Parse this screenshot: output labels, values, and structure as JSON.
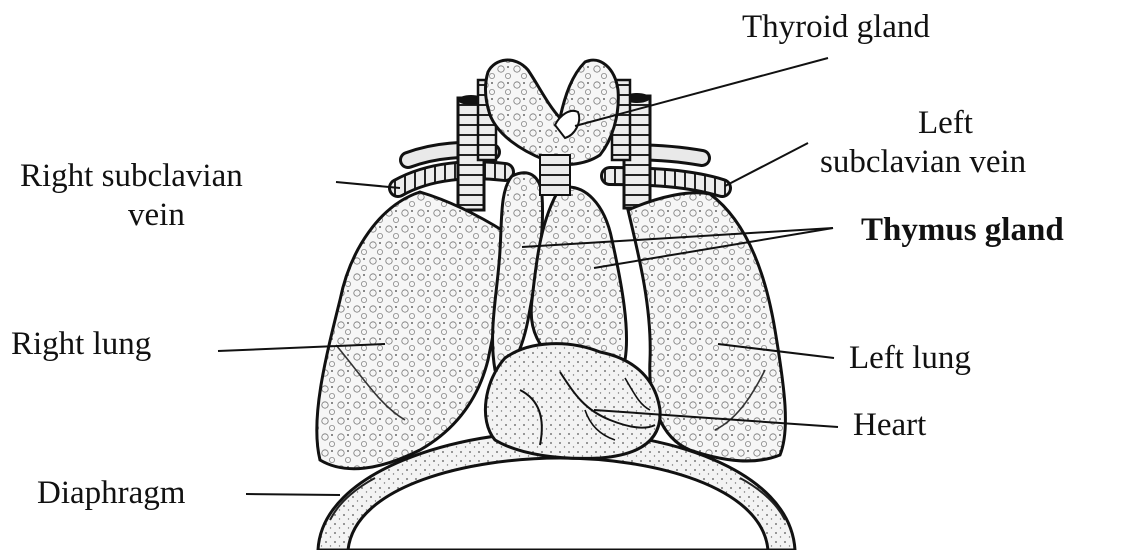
{
  "labels": {
    "thyroid_gland": "Thyroid gland",
    "left_subclavian_vein_line1": "Left",
    "left_subclavian_vein_line2": "subclavian vein",
    "right_subclavian_vein_line1": "Right subclavian",
    "right_subclavian_vein_line2": "vein",
    "thymus_gland": "Thymus gland",
    "right_lung": "Right lung",
    "left_lung": "Left lung",
    "heart": "Heart",
    "diaphragm": "Diaphragm"
  },
  "colors": {
    "ink": "#111111",
    "tissue": "#f2f2f2",
    "background": "#ffffff"
  }
}
